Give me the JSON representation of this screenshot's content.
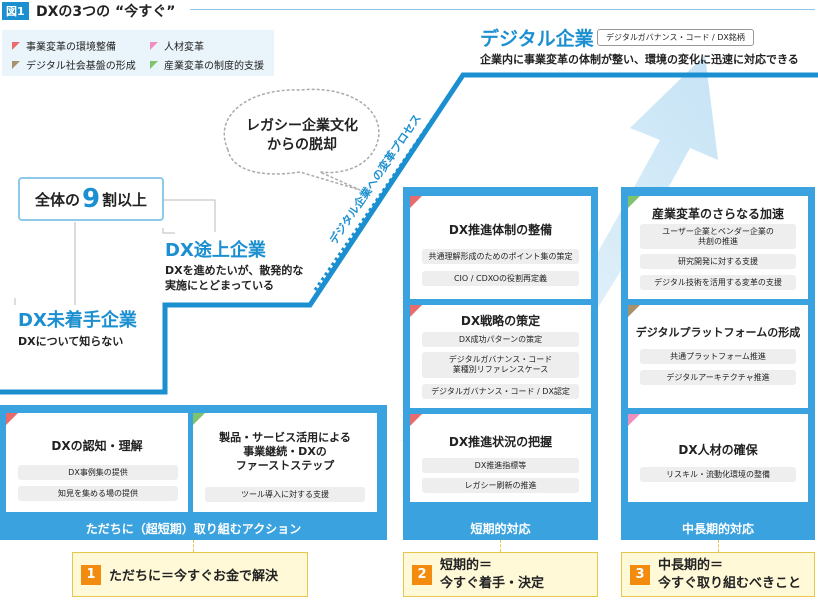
{
  "header": {
    "badge": "図1",
    "title": "DXの3つの “今すぐ”"
  },
  "legend": {
    "items": [
      {
        "label": "事業変革の環境整備",
        "color": "#e96b6b"
      },
      {
        "label": "人材変革",
        "color": "#ef8fc0"
      },
      {
        "label": "デジタル社会基盤の形成",
        "color": "#a8916b"
      },
      {
        "label": "産業変革の制度的支援",
        "color": "#7fc36e"
      }
    ]
  },
  "stages": {
    "digital": {
      "title": "デジタル企業",
      "tag": "デジタルガバナンス・コード / DX銘柄",
      "desc": "企業内に事業変革の体制が整い、環境の変化に迅速に対応できる"
    },
    "bubble": {
      "line1": "レガシー企業文化",
      "line2": "からの脱却"
    },
    "arrow_label": "デジタル企業への変革プロセス",
    "stat": {
      "prefix": "全体の",
      "number": "9",
      "suffix": "割以上"
    },
    "progress": {
      "title": "DX途上企業",
      "line1": "DXを進めたいが、散発的な",
      "line2": "実施にとどまっている"
    },
    "notstarted": {
      "title": "DX未着手企業",
      "desc": "DXについて知らない"
    }
  },
  "immediate": {
    "footer": "ただちに（超短期）取り組むアクション",
    "cards": [
      {
        "title": "DXの認知・理解",
        "items": [
          "DX事例集の提供",
          "知見を集める場の提供"
        ]
      },
      {
        "title_lines": [
          "製品・サービス活用による",
          "事業継続・DXの",
          "ファーストステップ"
        ],
        "items": [
          "ツール導入に対する支援"
        ]
      }
    ],
    "result": {
      "num": "1",
      "text": "ただちに＝今すぐお金で解決"
    }
  },
  "short": {
    "footer": "短期的対応",
    "cards": [
      {
        "title": "DX推進体制の整備",
        "items": [
          "共通理解形成のためのポイント集の策定",
          "CIO / CDXOの役割再定義"
        ]
      },
      {
        "title": "DX戦略の策定",
        "items": [
          "DX成功パターンの策定",
          "デジタルガバナンス・コード\n業種別リファレンスケース",
          "デジタルガバナンス・コード / DX認定"
        ]
      },
      {
        "title": "DX推進状況の把握",
        "items": [
          "DX推進指標等",
          "レガシー刷新の推進"
        ]
      }
    ],
    "result": {
      "num": "2",
      "line1": "短期的＝",
      "line2": "今すぐ着手・決定"
    }
  },
  "mid": {
    "footer": "中長期的対応",
    "cards": [
      {
        "title": "産業変革のさらなる加速",
        "items": [
          "ユーザー企業とベンダー企業の\n共創の推進",
          "研究開発に対する支援",
          "デジタル技術を活用する変革の支援"
        ]
      },
      {
        "title": "デジタルプラットフォームの形成",
        "items": [
          "共通プラットフォーム推進",
          "デジタルアーキテクチャ推進"
        ]
      },
      {
        "title": "DX人材の確保",
        "items": [
          "リスキル・流動化環境の整備"
        ]
      }
    ],
    "result": {
      "num": "3",
      "line1": "中長期的＝",
      "line2": "今すぐ取り組むべきこと"
    }
  }
}
